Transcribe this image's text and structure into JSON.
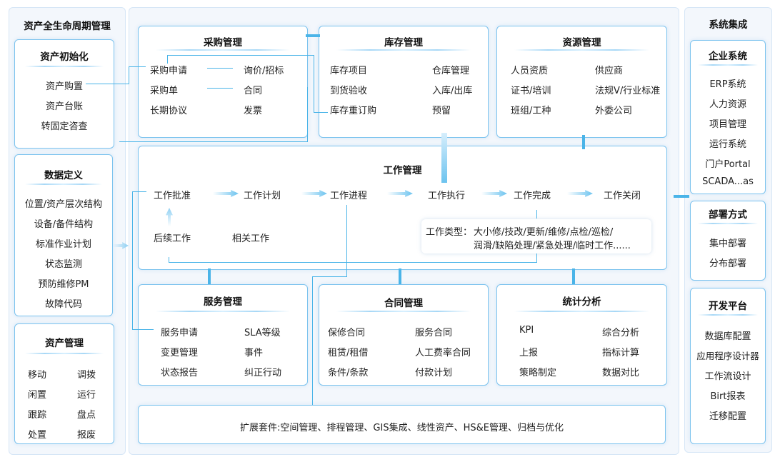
{
  "left": {
    "title": "资产全生命周期管理",
    "init": {
      "title": "资产初始化",
      "items": [
        "资产购置",
        "资产台账",
        "转固定咨查"
      ]
    },
    "datadef": {
      "title": "数据定义",
      "items": [
        "位置/资产层次结构",
        "设备/备件结构",
        "标准作业计划",
        "状态监测",
        "预防维修PM",
        "故障代码"
      ]
    },
    "asset": {
      "title": "资产管理",
      "items": [
        "移动",
        "调拨",
        "闲置",
        "运行",
        "跟踪",
        "盘点",
        "处置",
        "报废"
      ]
    }
  },
  "purchase": {
    "title": "采购管理",
    "items": [
      "采购申请",
      "询价/招标",
      "采购单",
      "合同",
      "长期协议",
      "发票"
    ]
  },
  "inventory": {
    "title": "库存管理",
    "items": [
      "库存项目",
      "仓库管理",
      "到货验收",
      "入库/出库",
      "库存重订购",
      "预留"
    ]
  },
  "resource": {
    "title": "资源管理",
    "items": [
      "人员资质",
      "供应商",
      "证书/培训",
      "法规V/行业标准",
      "班组/工种",
      "外委公司"
    ]
  },
  "work": {
    "title": "工作管理",
    "flow": [
      "工作批准",
      "工作计划",
      "工作进程",
      "工作执行",
      "工作完成",
      "工作关闭"
    ],
    "follow": "后续工作",
    "related": "相关工作",
    "types_label": "工作类型：",
    "types_line1": "大小修/技改/更新/维修/点检/巡检/",
    "types_line2": "润滑/缺陷处理/紧急处理/临时工作......"
  },
  "service": {
    "title": "服务管理",
    "items": [
      "服务申请",
      "SLA等级",
      "变更管理",
      "事件",
      "状态报告",
      "纠正行动"
    ]
  },
  "contract": {
    "title": "合同管理",
    "items": [
      "保修合同",
      "服务合同",
      "租赁/租借",
      "人工费率合同",
      "条件/条款",
      "付款计划"
    ]
  },
  "stats": {
    "title": "统计分析",
    "items": [
      "KPI",
      "综合分析",
      "上报",
      "指标计算",
      "策略制定",
      "数据对比"
    ]
  },
  "extension": "扩展套件:空间管理、排程管理、GIS集成、线性资产、HS&E管理、归档与优化",
  "right": {
    "title": "系统集成",
    "enterprise": {
      "title": "企业系统",
      "items": [
        "ERP系统",
        "人力资源",
        "项目管理",
        "运行系统",
        "门户Portal",
        "SCADA...as"
      ]
    },
    "deploy": {
      "title": "部署方式",
      "items": [
        "集中部署",
        "分布部署"
      ]
    },
    "devplat": {
      "title": "开发平台",
      "items": [
        "数据库配置",
        "应用程序设计器",
        "工作流设计",
        "Birt报表",
        "迁移配置"
      ]
    }
  }
}
